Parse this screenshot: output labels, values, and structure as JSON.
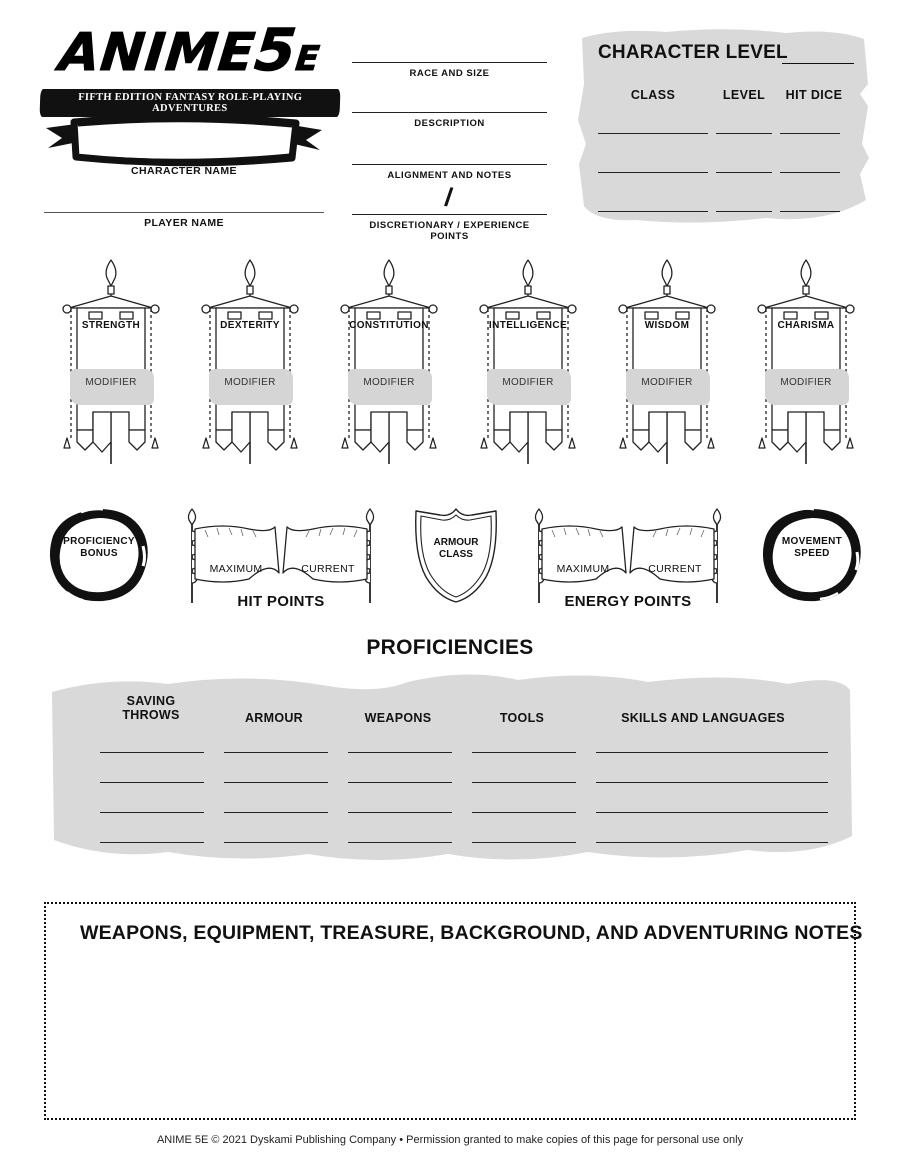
{
  "header": {
    "logo_main": "ANIME",
    "logo_five": "5",
    "logo_e": "E",
    "logo_tagline": "FIFTH EDITION FANTASY ROLE-PLAYING ADVENTURES",
    "character_name_label": "CHARACTER NAME",
    "player_name_label": "PLAYER NAME",
    "center_fields": [
      {
        "label": "RACE AND SIZE"
      },
      {
        "label": "DESCRIPTION"
      },
      {
        "label": "ALIGNMENT AND NOTES"
      },
      {
        "label": "DISCRETIONARY / EXPERIENCE POINTS"
      }
    ],
    "slash": "/"
  },
  "character_level": {
    "title": "CHARACTER LEVEL",
    "columns": [
      "CLASS",
      "LEVEL",
      "HIT DICE"
    ],
    "rows": 3,
    "panel_color": "#d9d9d9"
  },
  "abilities": [
    {
      "name": "STRENGTH",
      "modifier_label": "MODIFIER"
    },
    {
      "name": "DEXTERITY",
      "modifier_label": "MODIFIER"
    },
    {
      "name": "CONSTITUTION",
      "modifier_label": "MODIFIER"
    },
    {
      "name": "INTELLIGENCE",
      "modifier_label": "MODIFIER"
    },
    {
      "name": "WISDOM",
      "modifier_label": "MODIFIER"
    },
    {
      "name": "CHARISMA",
      "modifier_label": "MODIFIER"
    }
  ],
  "mid_row": {
    "proficiency_bonus": {
      "line1": "PROFICIENCY",
      "line2": "BONUS"
    },
    "hit_points": {
      "title": "HIT POINTS",
      "maximum": "MAXIMUM",
      "current": "CURRENT"
    },
    "armour_class": {
      "line1": "ARMOUR",
      "line2": "CLASS"
    },
    "energy_points": {
      "title": "ENERGY POINTS",
      "maximum": "MAXIMUM",
      "current": "CURRENT"
    },
    "movement_speed": {
      "line1": "MOVEMENT",
      "line2": "SPEED"
    }
  },
  "proficiencies": {
    "title": "PROFICIENCIES",
    "columns": [
      {
        "line1": "SAVING",
        "line2": "THROWS"
      },
      {
        "line1": "ARMOUR",
        "line2": ""
      },
      {
        "line1": "WEAPONS",
        "line2": ""
      },
      {
        "line1": "TOOLS",
        "line2": ""
      },
      {
        "line1": "SKILLS AND LANGUAGES",
        "line2": ""
      }
    ],
    "rows": 4,
    "panel_color": "#d9d9d9"
  },
  "notes": {
    "title": "WEAPONS, EQUIPMENT, TREASURE, BACKGROUND, AND ADVENTURING NOTES"
  },
  "footer": {
    "text": "ANIME 5E © 2021 Dyskami Publishing Company • Permission granted to make copies of this page for personal use only"
  }
}
